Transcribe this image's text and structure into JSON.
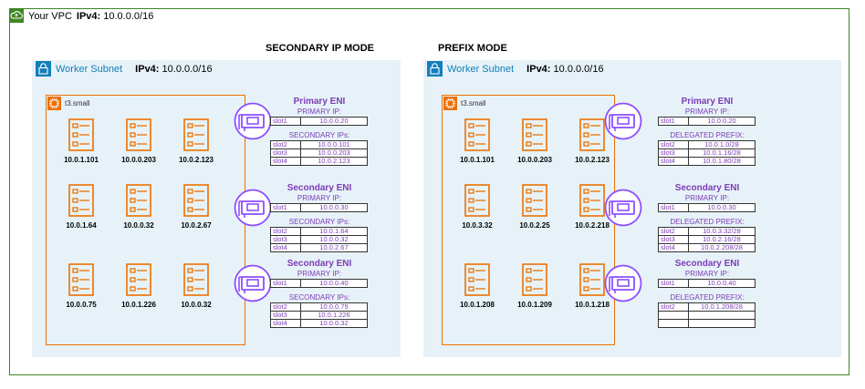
{
  "vpc": {
    "label": "Your VPC",
    "ipv4_label": "IPv4:",
    "cidr": "10.0.0.0/16"
  },
  "modes": [
    {
      "title": "SECONDARY IP MODE",
      "subnet": {
        "label": "Worker Subnet",
        "ipv4_label": "IPv4:",
        "cidr": "10.0.0.0/16"
      },
      "instance": "t3.small",
      "pods": [
        "10.0.1.101",
        "10.0.0.203",
        "10.0.2.123",
        "10.0.1.64",
        "10.0.0.32",
        "10.0.2.67",
        "10.0.0.75",
        "10.0.1.226",
        "10.0.0.32"
      ],
      "enis": [
        {
          "title": "Primary ENI",
          "primary_label": "PRIMARY IP:",
          "primary": {
            "slot": "slot1",
            "value": "10.0.0.20"
          },
          "list_label": "SECONDARY IPs:",
          "list": [
            {
              "slot": "slot2",
              "value": "10.0.0.101"
            },
            {
              "slot": "slot3",
              "value": "10.0.0.203"
            },
            {
              "slot": "slot4",
              "value": "10.0.2.123"
            }
          ]
        },
        {
          "title": "Secondary ENI",
          "primary_label": "PRIMARY IP:",
          "primary": {
            "slot": "slot1",
            "value": "10.0.0.30"
          },
          "list_label": "SECONDARY IPs:",
          "list": [
            {
              "slot": "slot2",
              "value": "10.0.1.64"
            },
            {
              "slot": "slot3",
              "value": "10.0.0.32"
            },
            {
              "slot": "slot4",
              "value": "10.0.2.67"
            }
          ]
        },
        {
          "title": "Secondary ENI",
          "primary_label": "PRIMARY IP:",
          "primary": {
            "slot": "slot1",
            "value": "10.0.0.40"
          },
          "list_label": "SECONDARY IPs:",
          "list": [
            {
              "slot": "slot2",
              "value": "10.0.0.75"
            },
            {
              "slot": "slot3",
              "value": "10.0.1.226"
            },
            {
              "slot": "slot4",
              "value": "10.0.0.32"
            }
          ]
        }
      ]
    },
    {
      "title": "PREFIX MODE",
      "subnet": {
        "label": "Worker Subnet",
        "ipv4_label": "IPv4:",
        "cidr": "10.0.0.0/16"
      },
      "instance": "t3.small",
      "pods": [
        "10.0.1.101",
        "10.0.0.203",
        "10.0.2.123",
        "10.0.3.32",
        "10.0.2.25",
        "10.0.2.218",
        "10.0.1.208",
        "10.0.1.209",
        "10.0.1.218"
      ],
      "enis": [
        {
          "title": "Primary ENI",
          "primary_label": "PRIMARY IP:",
          "primary": {
            "slot": "slot1",
            "value": "10.0.0.20"
          },
          "list_label": "DELEGATED PREFIX:",
          "list": [
            {
              "slot": "slot2",
              "value": "10.0.1.0/28"
            },
            {
              "slot": "slot3",
              "value": "10.0.1.16/28"
            },
            {
              "slot": "slot4",
              "value": "10.0.1.80/28"
            }
          ]
        },
        {
          "title": "Secondary ENI",
          "primary_label": "PRIMARY IP:",
          "primary": {
            "slot": "slot1",
            "value": "10.0.0.30"
          },
          "list_label": "DELEGATED PREFIX:",
          "list": [
            {
              "slot": "slot2",
              "value": "10.0.3.32/28"
            },
            {
              "slot": "slot3",
              "value": "10.0.2.16/28"
            },
            {
              "slot": "slot4",
              "value": "10.0.2.208/28"
            }
          ]
        },
        {
          "title": "Secondary ENI",
          "primary_label": "PRIMARY IP:",
          "primary": {
            "slot": "slot1",
            "value": "10.0.0.40"
          },
          "list_label": "DELEGATED PREFIX:",
          "list": [
            {
              "slot": "slot2",
              "value": "10.0.1.208/28"
            },
            {
              "slot": "",
              "value": ""
            },
            {
              "slot": "",
              "value": ""
            }
          ]
        }
      ]
    }
  ],
  "colors": {
    "vpc": "#3f8624",
    "subnet": "#147eba",
    "subnet_bg": "#e6f2f8",
    "instance": "#ed7100",
    "eni": "#7d3cb5"
  },
  "icons": {
    "vpc": "cloud-icon",
    "subnet": "lock-icon",
    "instance": "chip-icon",
    "pod": "server-list-icon",
    "eni": "network-card-icon"
  }
}
